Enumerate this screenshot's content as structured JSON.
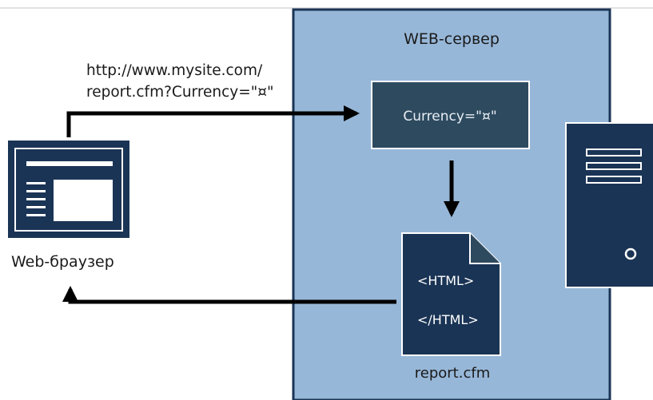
{
  "server": {
    "title": "WEB-сервер",
    "request_box": "Currency=\"¤\"",
    "document": {
      "open_tag": "<HTML>",
      "close_tag": "</HTML>",
      "filename": "report.cfm"
    }
  },
  "browser": {
    "label": "Web-браузер"
  },
  "request_url": {
    "line1": "http://www.mysite.com/",
    "line2": "report.cfm?Currency=\"¤\""
  },
  "colors": {
    "server_panel": "#97b7d8",
    "dark_navy": "#1a3455",
    "slate_box": "#2e4a5f",
    "arrow": "#000000",
    "top_rule": "#d9d9d9"
  }
}
